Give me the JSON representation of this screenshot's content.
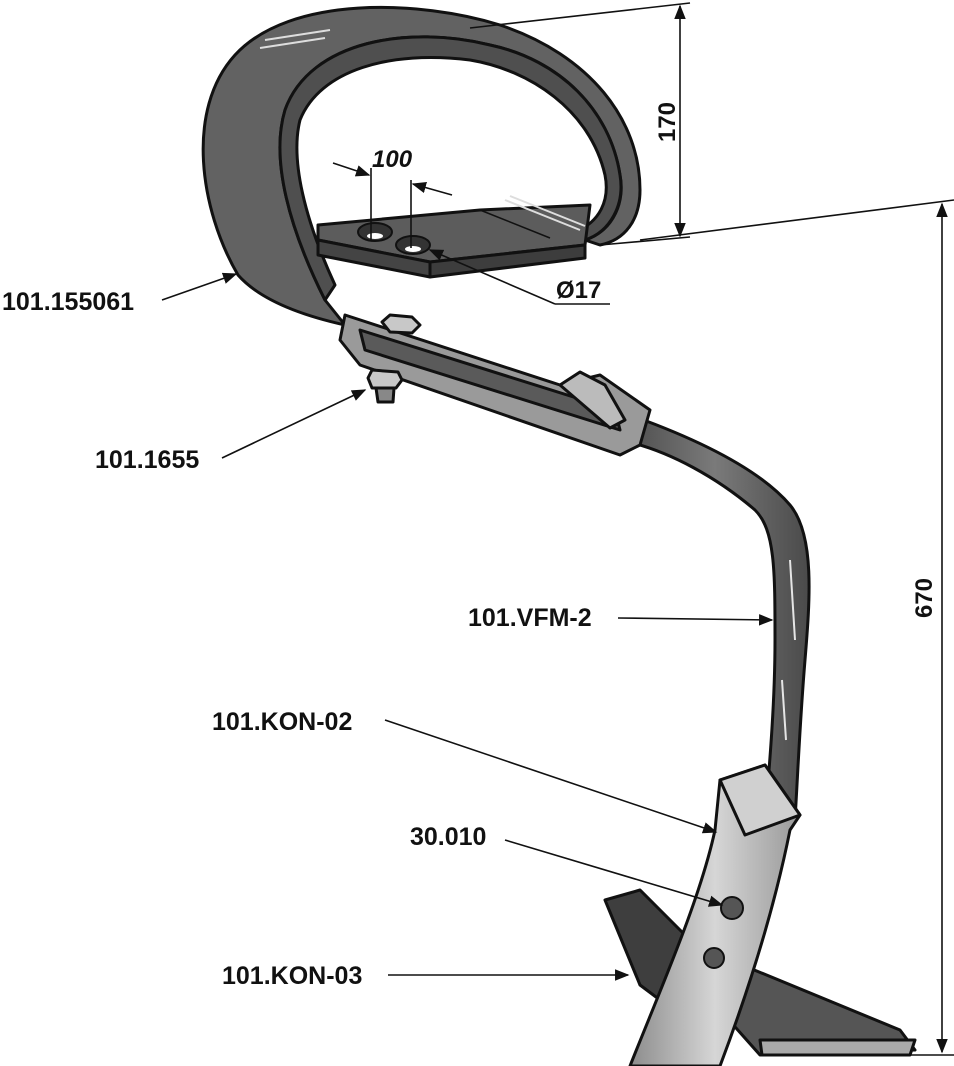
{
  "parts": [
    {
      "id": "spring",
      "label": "101.155061"
    },
    {
      "id": "bolt",
      "label": "101.1655"
    },
    {
      "id": "tine",
      "label": "101.VFM-2"
    },
    {
      "id": "share-upper",
      "label": "101.KON-02"
    },
    {
      "id": "pin",
      "label": "30.010"
    },
    {
      "id": "share-lower",
      "label": "101.KON-03"
    }
  ],
  "dimensions": {
    "hole_spacing": "100",
    "hole_diameter": "Ø17",
    "spring_height": "170",
    "total_height": "670"
  },
  "colors": {
    "steel": "#5a5a5a",
    "steel_light": "#9a9a9a",
    "share": "#b8b8b8",
    "line": "#111111"
  }
}
